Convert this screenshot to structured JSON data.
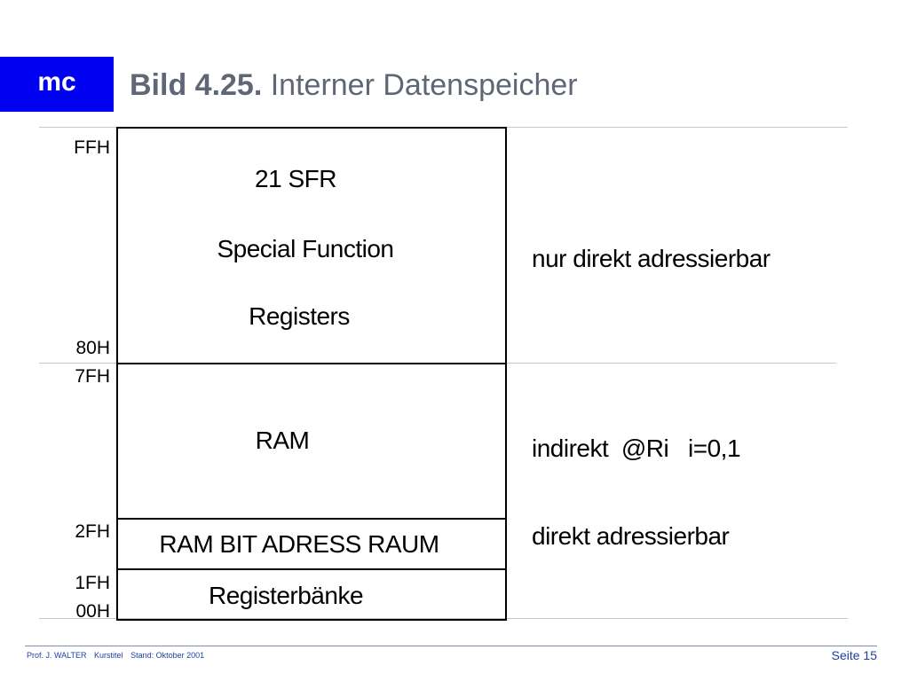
{
  "header": {
    "logo": "mc",
    "title_bold": "Bild 4.25.",
    "title_rest": "Interner Datenspeicher",
    "logo_color": "#0000f0",
    "title_color": "#5f6676"
  },
  "memory_map": {
    "addresses": {
      "ffh": "FFH",
      "h80": "80H",
      "h7f": "7FH",
      "h2f": "2FH",
      "h1f": "1FH",
      "h00": "00H"
    },
    "sfr": {
      "line1": "21 SFR",
      "line2": "Special Function",
      "line3": "Registers"
    },
    "ram": "RAM",
    "bit_area": "RAM BIT ADRESS RAUM",
    "register_banks": "Registerbänke"
  },
  "descriptions": {
    "sfr": "nur direkt adressierbar",
    "ram": "indirekt  @Ri   i=0,1",
    "bit": "direkt adressierbar"
  },
  "footer": {
    "author": "Prof. J. WALTER",
    "course": "Kurstitel",
    "date": "Stand: Oktober 2001",
    "page": "Seite 15",
    "color": "#1f3f9f"
  }
}
